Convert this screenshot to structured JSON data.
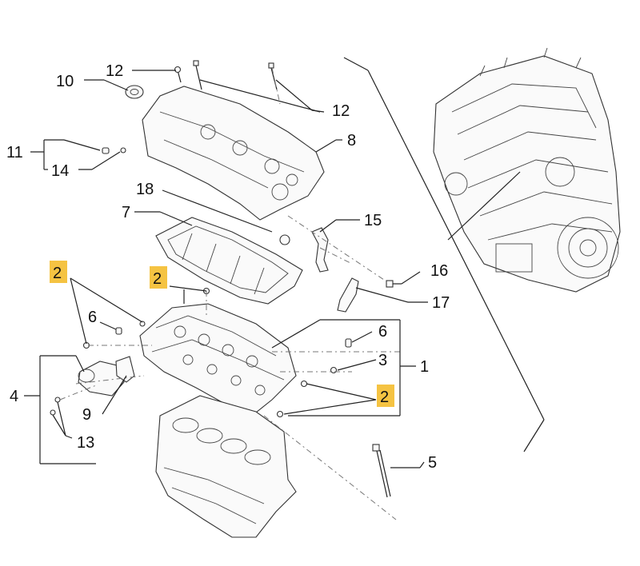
{
  "callouts": {
    "c1": "1",
    "c2a": "2",
    "c2b": "2",
    "c2c": "2",
    "c3": "3",
    "c4": "4",
    "c5": "5",
    "c6a": "6",
    "c6b": "6",
    "c7": "7",
    "c8": "8",
    "c9": "9",
    "c10": "10",
    "c11": "11",
    "c12a": "12",
    "c12b": "12",
    "c13": "13",
    "c14": "14",
    "c15": "15",
    "c16": "16",
    "c17": "17",
    "c18": "18"
  },
  "colors": {
    "highlight": "#f5c342",
    "line": "#222222"
  }
}
